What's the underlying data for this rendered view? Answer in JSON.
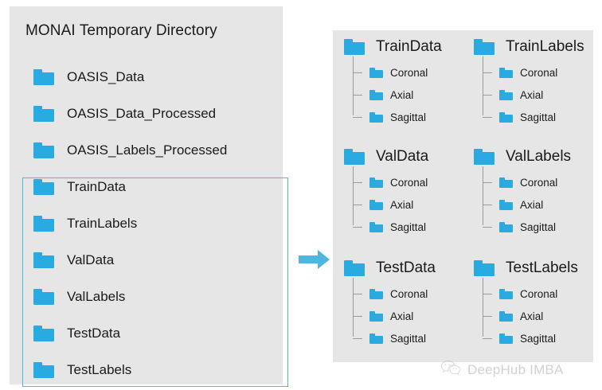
{
  "left_panel": {
    "title": "MONAI Temporary Directory",
    "source_folders": [
      {
        "icon": "folder-icon",
        "label": "OASIS_Data"
      },
      {
        "icon": "folder-icon",
        "label": "OASIS_Data_Processed"
      },
      {
        "icon": "folder-icon",
        "label": "OASIS_Labels_Processed"
      }
    ],
    "highlighted_folders": [
      {
        "icon": "folder-icon",
        "label": "TrainData"
      },
      {
        "icon": "folder-icon",
        "label": "TrainLabels"
      },
      {
        "icon": "folder-icon",
        "label": "ValData"
      },
      {
        "icon": "folder-icon",
        "label": "ValLabels"
      },
      {
        "icon": "folder-icon",
        "label": "TestData"
      },
      {
        "icon": "folder-icon",
        "label": "TestLabels"
      }
    ]
  },
  "arrow": {
    "icon": "right-arrow-icon",
    "color": "#4fb6e0"
  },
  "right_panel": {
    "groups": [
      {
        "icon": "folder-icon",
        "title": "TrainData",
        "children": [
          {
            "icon": "folder-icon",
            "label": "Coronal"
          },
          {
            "icon": "folder-icon",
            "label": "Axial"
          },
          {
            "icon": "folder-icon",
            "label": "Sagittal"
          }
        ]
      },
      {
        "icon": "folder-icon",
        "title": "TrainLabels",
        "children": [
          {
            "icon": "folder-icon",
            "label": "Coronal"
          },
          {
            "icon": "folder-icon",
            "label": "Axial"
          },
          {
            "icon": "folder-icon",
            "label": "Sagittal"
          }
        ]
      },
      {
        "icon": "folder-icon",
        "title": "ValData",
        "children": [
          {
            "icon": "folder-icon",
            "label": "Coronal"
          },
          {
            "icon": "folder-icon",
            "label": "Axial"
          },
          {
            "icon": "folder-icon",
            "label": "Sagittal"
          }
        ]
      },
      {
        "icon": "folder-icon",
        "title": "ValLabels",
        "children": [
          {
            "icon": "folder-icon",
            "label": "Coronal"
          },
          {
            "icon": "folder-icon",
            "label": "Axial"
          },
          {
            "icon": "folder-icon",
            "label": "Sagittal"
          }
        ]
      },
      {
        "icon": "folder-icon",
        "title": "TestData",
        "children": [
          {
            "icon": "folder-icon",
            "label": "Coronal"
          },
          {
            "icon": "folder-icon",
            "label": "Axial"
          },
          {
            "icon": "folder-icon",
            "label": "Sagittal"
          }
        ]
      },
      {
        "icon": "folder-icon",
        "title": "TestLabels",
        "children": [
          {
            "icon": "folder-icon",
            "label": "Coronal"
          },
          {
            "icon": "folder-icon",
            "label": "Axial"
          },
          {
            "icon": "folder-icon",
            "label": "Sagittal"
          }
        ]
      }
    ]
  },
  "watermark": {
    "icon": "wechat-icon",
    "text": "DeepHub IMBA"
  },
  "colors": {
    "panel_background": "#e6e6e6",
    "folder_blue": "#29abe2",
    "highlight_border": "#5ab3dd",
    "arrow_blue": "#4fb6e0",
    "tree_line": "#9b9b9b",
    "text": "#1a1a1a"
  }
}
